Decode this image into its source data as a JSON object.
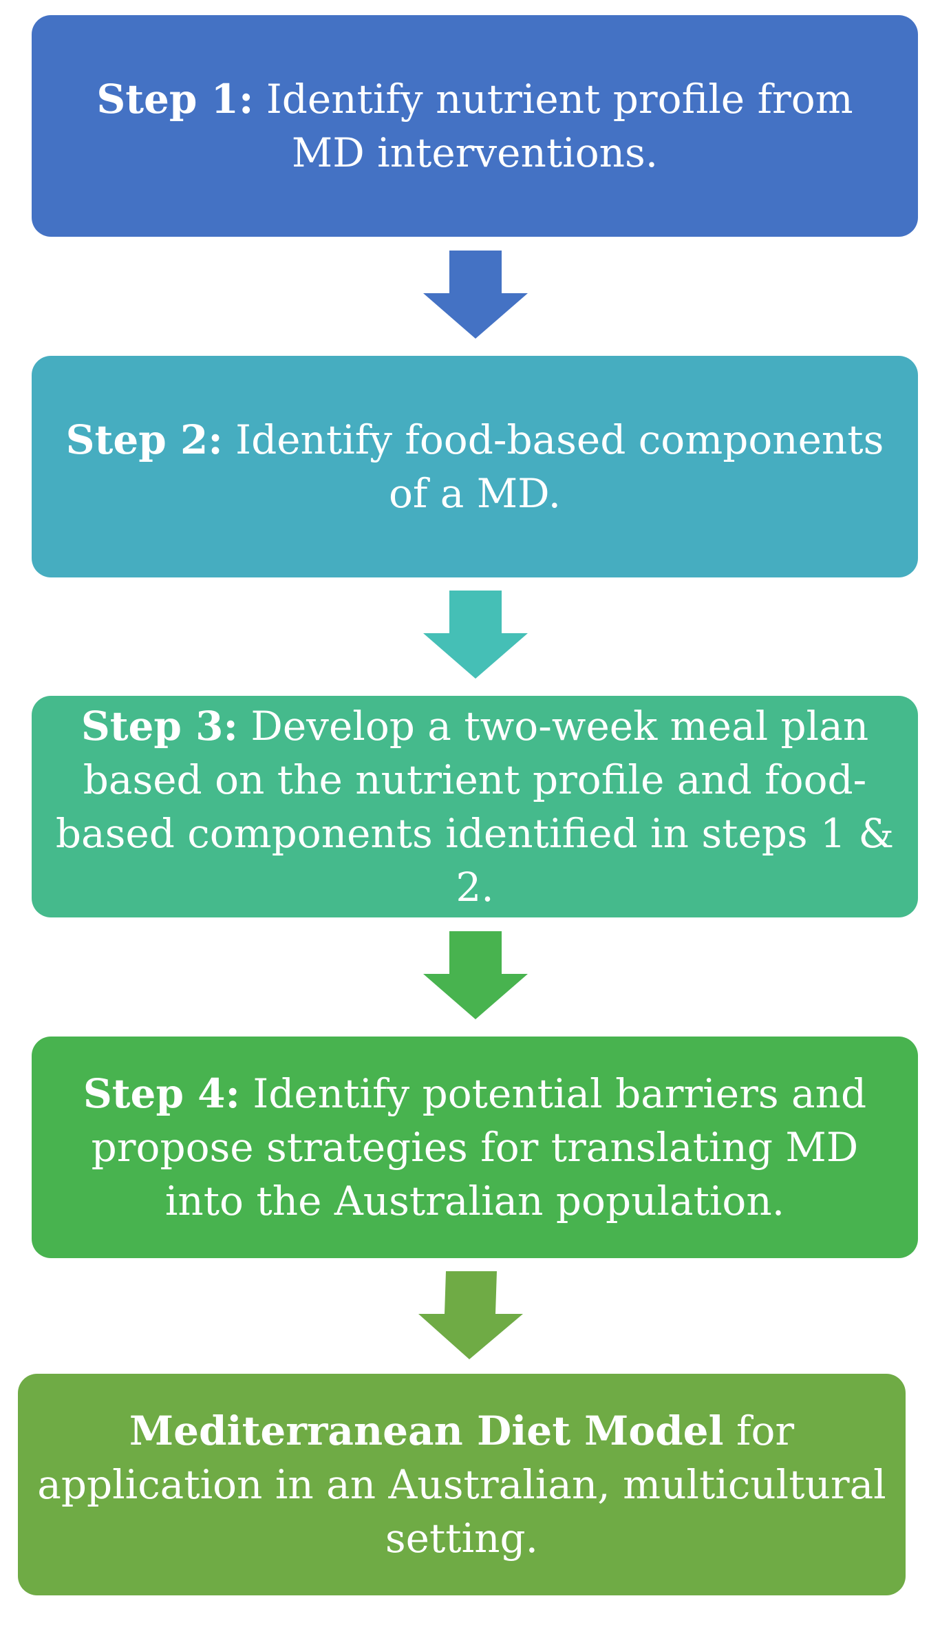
{
  "colors": {
    "step1": "#4472c4",
    "step2": "#46adc0",
    "step3": "#45ba8c",
    "step4": "#48b34f",
    "model": "#6fab45",
    "arrow1": "#4472c4",
    "arrow2": "#45bfb6",
    "arrow3": "#48b34f",
    "arrow4": "#6fab45"
  },
  "steps": [
    {
      "bold": "Step 1:",
      "text": " Identify nutrient profile from MD interventions."
    },
    {
      "bold": "Step 2:",
      "text": " Identify food-based components of a MD."
    },
    {
      "bold": "Step 3:",
      "text": " Develop a two-week meal plan based on the nutrient profile and food-based components identified in steps 1 & 2."
    },
    {
      "bold": "Step 4:",
      "text": " Identify potential barriers and propose strategies for translating MD into the Australian population."
    }
  ],
  "model": {
    "bold": "Mediterranean Diet Model",
    "text": " for application in an Australian, multicultural setting."
  }
}
